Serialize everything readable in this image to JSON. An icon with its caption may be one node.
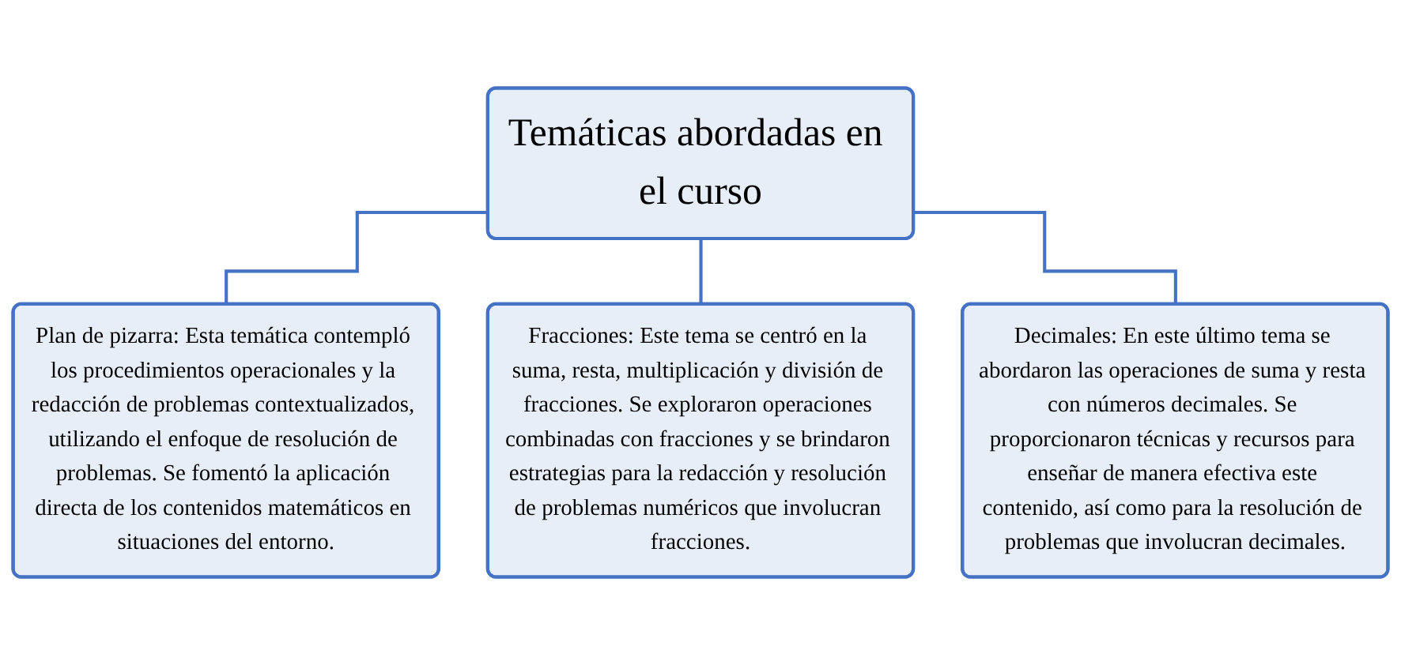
{
  "diagram": {
    "nodes": [
      {
        "text": [
          "Temáticas abordadas en el curso"
        ]
      },
      {
        "text": [
          "Plan de pizarra: Esta temática contempló los procedimientos operacionales y la redacción de problemas contextualizados, utilizando el enfoque de resolución de problemas. Se fomentó la aplicación directa de los contenidos matemáticos en situaciones del entorno."
        ]
      },
      {
        "text": [
          "Fracciones: Este tema se centró en la suma, resta, multiplicación y división de fracciones. Se exploraron operaciones combinadas con fracciones y se brindaron estrategias para la redacción y resolución de problemas numéricos que involucran fracciones."
        ]
      },
      {
        "text": [
          "Decimales: En este último tema se abordaron las operaciones de suma y resta con números decimales. Se proporcionaron técnicas y recursos para enseñar de manera efectiva este contenido, así como para la resolución de problemas que involucran decimales."
        ]
      }
    ],
    "edges": [
      {
        "from": 0,
        "to": 1,
        "arrow": "none"
      },
      {
        "from": 0,
        "to": 2,
        "arrow": "none"
      },
      {
        "from": 0,
        "to": 3,
        "arrow": "none"
      }
    ]
  }
}
